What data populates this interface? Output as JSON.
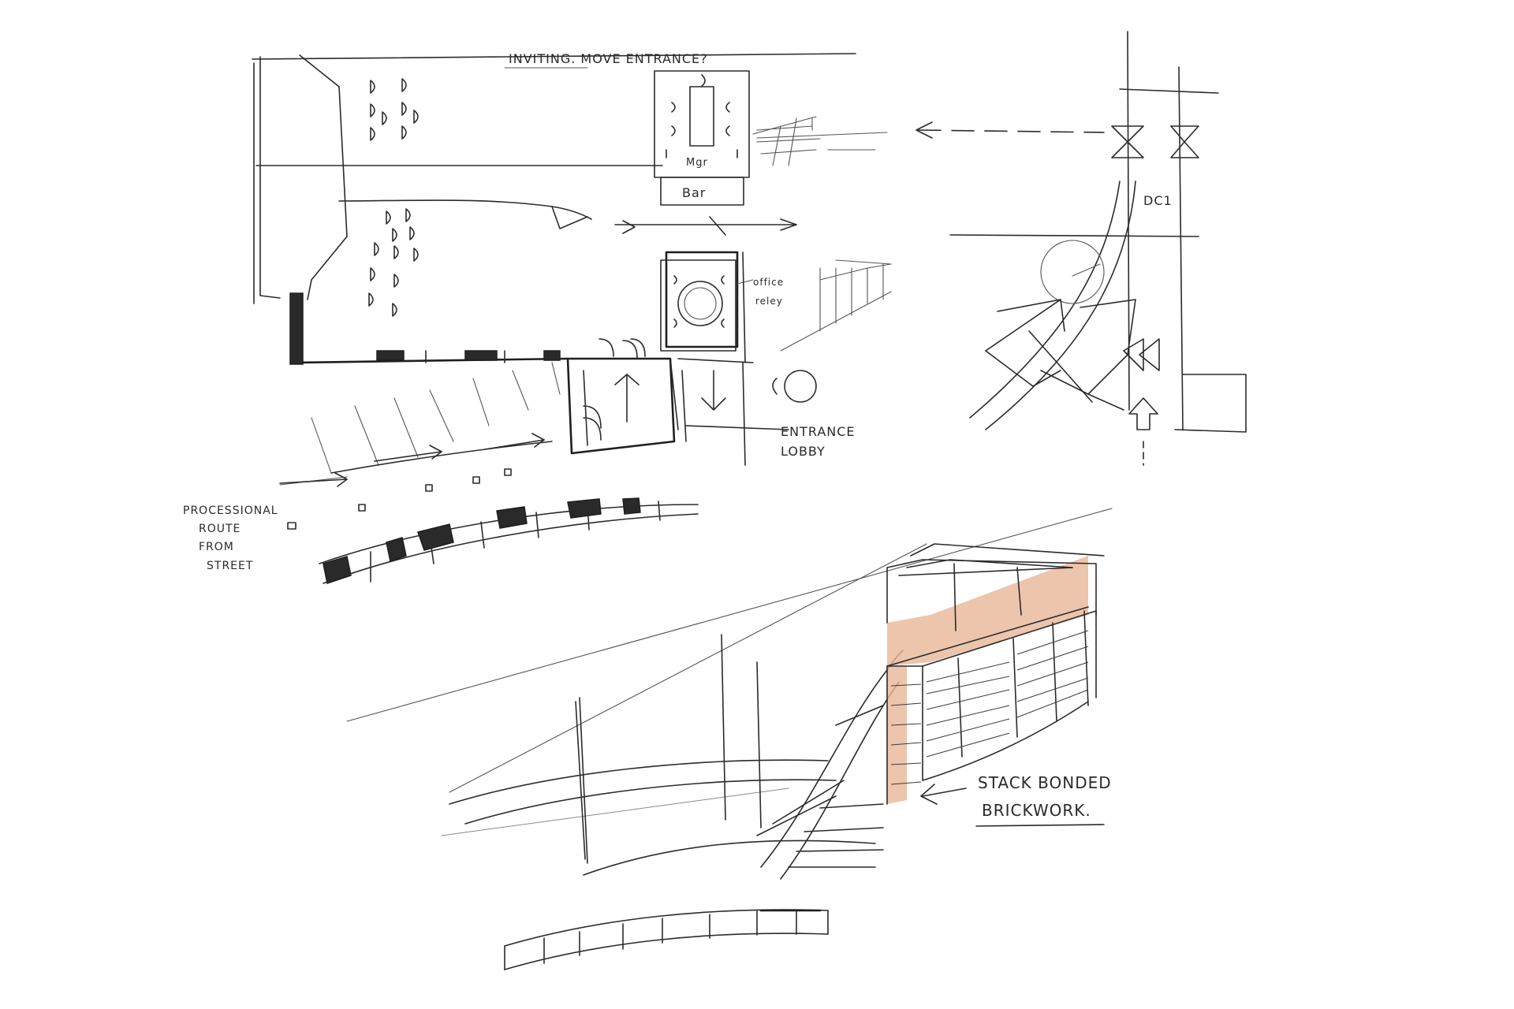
{
  "plan_sketch": {
    "note_top": "INVITING.   MOVE ENTRANCE?",
    "label_bar": "Bar",
    "label_mgr": "Mgr",
    "label_office": "office",
    "label_office2": "reley",
    "label_entrance": "ENTRANCE",
    "label_lobby": "LOBBY",
    "label_route": [
      "PROCESSIONAL",
      "ROUTE",
      "FROM",
      "STREET"
    ]
  },
  "diagram_sketch": {
    "label_door": "DC1"
  },
  "perspective_sketch": {
    "label_line1": "STACK BONDED",
    "label_line2": "BRICKWORK."
  },
  "colors": {
    "ink": "#2b2b2b",
    "brick_wash": "#e9b797",
    "paper": "#ffffff"
  }
}
